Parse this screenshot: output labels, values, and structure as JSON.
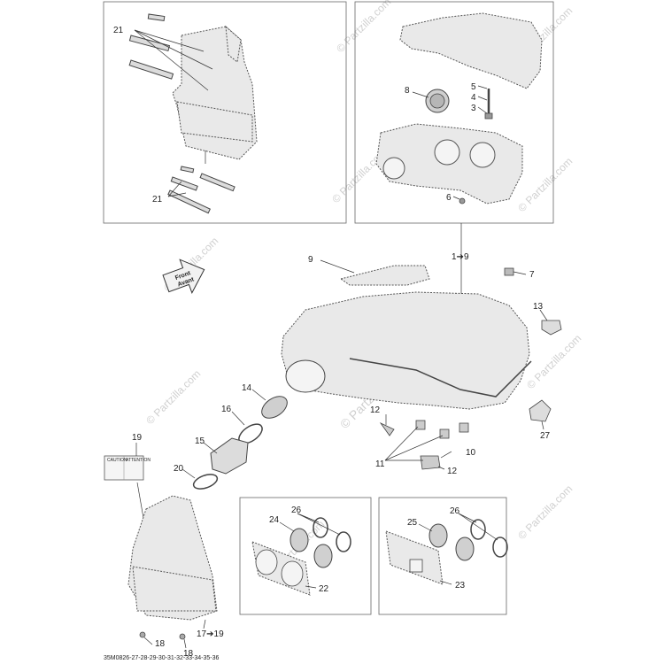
{
  "watermark": "© Partzilla.com",
  "watermark_center": "© Partzilla.com",
  "front_arrow": {
    "line1": "Front",
    "line2": "Avant"
  },
  "decal": {
    "left": "CAUTION",
    "right": "ATTENTION"
  },
  "drawing_code": "35M0826-27-28-29-30-31-32-33-34-35-36",
  "callouts": {
    "c21a": "21",
    "c21b": "21",
    "c8": "8",
    "c5": "5",
    "c4": "4",
    "c3": "3",
    "c6": "6",
    "c1to9": "1➔9",
    "c9": "9",
    "c7": "7",
    "c13": "13",
    "c14": "14",
    "c16": "16",
    "c15": "15",
    "c12a": "12",
    "c12b": "12",
    "c10": "10",
    "c11": "11",
    "c27": "27",
    "c19": "19",
    "c20": "20",
    "c24": "24",
    "c26a": "26",
    "c22": "22",
    "c25": "25",
    "c26b": "26",
    "c23": "23",
    "c18a": "18",
    "c18b": "18",
    "c17to19": "17➔19"
  }
}
